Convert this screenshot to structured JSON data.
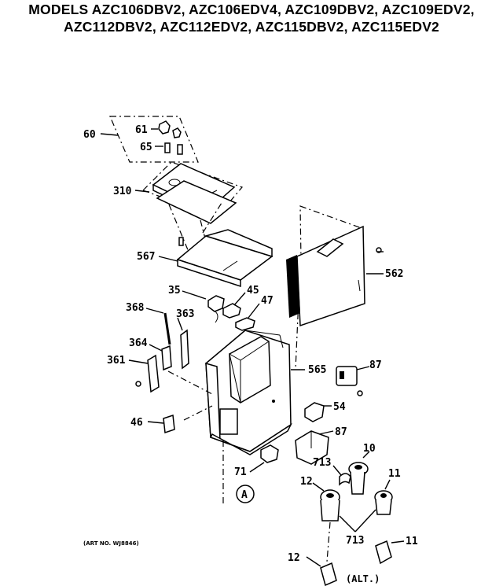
{
  "header": {
    "line1": "MODELS AZC106DBV2, AZC106EDV4, AZC109DBV2, AZC109EDV2,",
    "line2": "AZC112DBV2, AZC112EDV2, AZC115DBV2, AZC115EDV2"
  },
  "callouts": {
    "c60": "60",
    "c61": "61",
    "c65": "65",
    "c310": "310",
    "c567": "567",
    "c35": "35",
    "c45": "45",
    "c47": "47",
    "c368": "368",
    "c363": "363",
    "c364": "364",
    "c361": "361",
    "c46": "46",
    "c562": "562",
    "c565": "565",
    "c87a": "87",
    "c54": "54",
    "c87b": "87",
    "c71": "71",
    "c10": "10",
    "c713a": "713",
    "c11a": "11",
    "c12a": "12",
    "c713b": "713",
    "c11b": "11",
    "c12b": "12"
  },
  "markers": {
    "a": "A",
    "alt": "(ALT.)"
  },
  "art_number": "(ART NO. WJ8846)"
}
